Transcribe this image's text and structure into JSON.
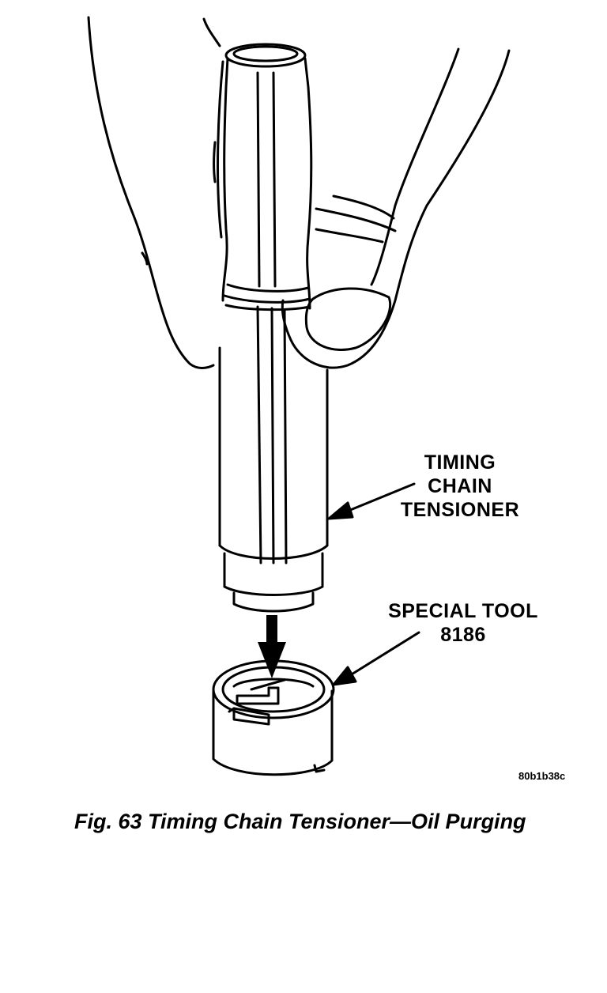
{
  "labels": {
    "tensioner_line1": "TIMING",
    "tensioner_line2": "CHAIN",
    "tensioner_line3": "TENSIONER",
    "tool_line1": "SPECIAL TOOL",
    "tool_line2": "8186"
  },
  "image_code": "80b1b38c",
  "caption": "Fig. 63 Timing Chain Tensioner—Oil Purging"
}
